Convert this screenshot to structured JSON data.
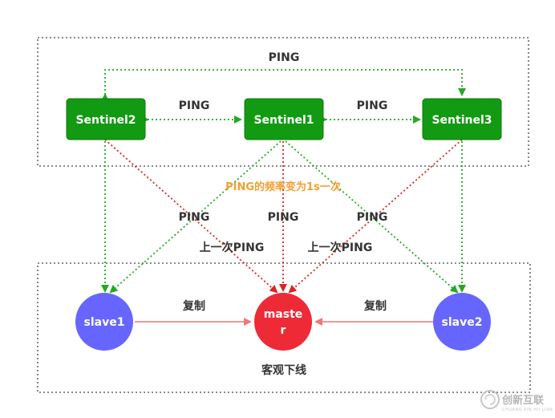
{
  "diagram": {
    "sentinels": [
      {
        "id": "s2",
        "label": "Sentinel2"
      },
      {
        "id": "s1",
        "label": "Sentinel1"
      },
      {
        "id": "s3",
        "label": "Sentinel3"
      }
    ],
    "master": {
      "label_line1": "maste",
      "label_line2": "r"
    },
    "slaves": [
      {
        "id": "slave1",
        "label": "slave1"
      },
      {
        "id": "slave2",
        "label": "slave2"
      }
    ],
    "edge_labels": {
      "ping_top": "PING",
      "ping_s2_s1": "PING",
      "ping_s1_s3": "PING",
      "ping_left": "PING",
      "ping_mid": "PING",
      "ping_right": "PING",
      "last_ping_left": "上一次PING",
      "last_ping_right": "上一次PING",
      "replicate_left": "复制",
      "replicate_right": "复制"
    },
    "note": "PING的频率变为1s一次",
    "status": "客观下线"
  },
  "watermark": {
    "text": "创新互联",
    "sub": "CHUANG XIN HU LIAN"
  },
  "colors": {
    "sentinel_green": "#139a13",
    "ping_green": "#22aa22",
    "master_red": "#ee2a36",
    "slave_blue": "#6666ff",
    "dotted_red": "#dd2222",
    "replicate_line": "#ee7777",
    "note_orange": "#f0a030"
  }
}
